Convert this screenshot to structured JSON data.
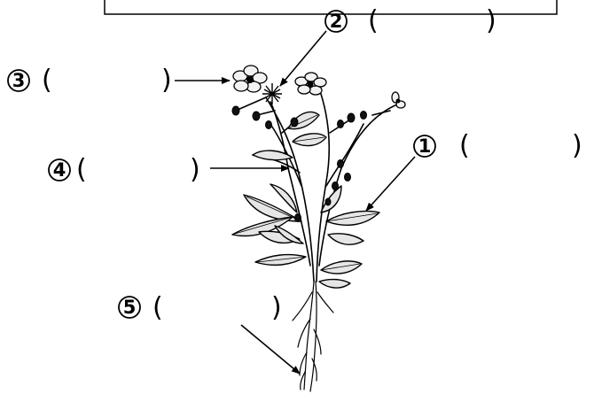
{
  "labels": [
    {
      "id": "1",
      "number": "1",
      "open": "(",
      "close": ")",
      "answer": "",
      "target": "leaf"
    },
    {
      "id": "2",
      "number": "2",
      "open": "(",
      "close": ")",
      "answer": "",
      "target": "fruit (seed head)"
    },
    {
      "id": "3",
      "number": "3",
      "open": "(",
      "close": ")",
      "answer": "",
      "target": "flower"
    },
    {
      "id": "4",
      "number": "4",
      "open": "(",
      "close": ")",
      "answer": "",
      "target": "stem"
    },
    {
      "id": "5",
      "number": "5",
      "open": "(",
      "close": ")",
      "answer": "",
      "target": "root"
    }
  ]
}
